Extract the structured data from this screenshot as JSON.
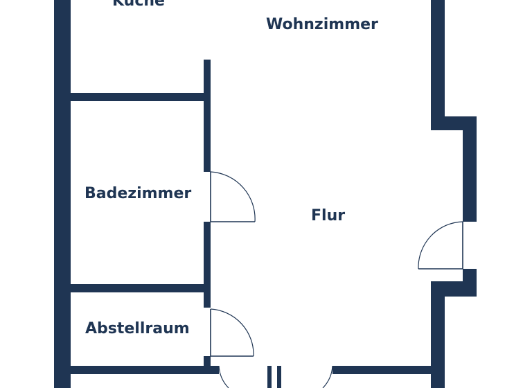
{
  "floor_plan": {
    "wall_color": "#1f3553",
    "background_color": "#ffffff",
    "rooms": {
      "kueche": "Küche",
      "wohnzimmer": "Wohnzimmer",
      "badezimmer": "Badezimmer",
      "flur": "Flur",
      "abstellraum": "Abstellraum"
    }
  }
}
